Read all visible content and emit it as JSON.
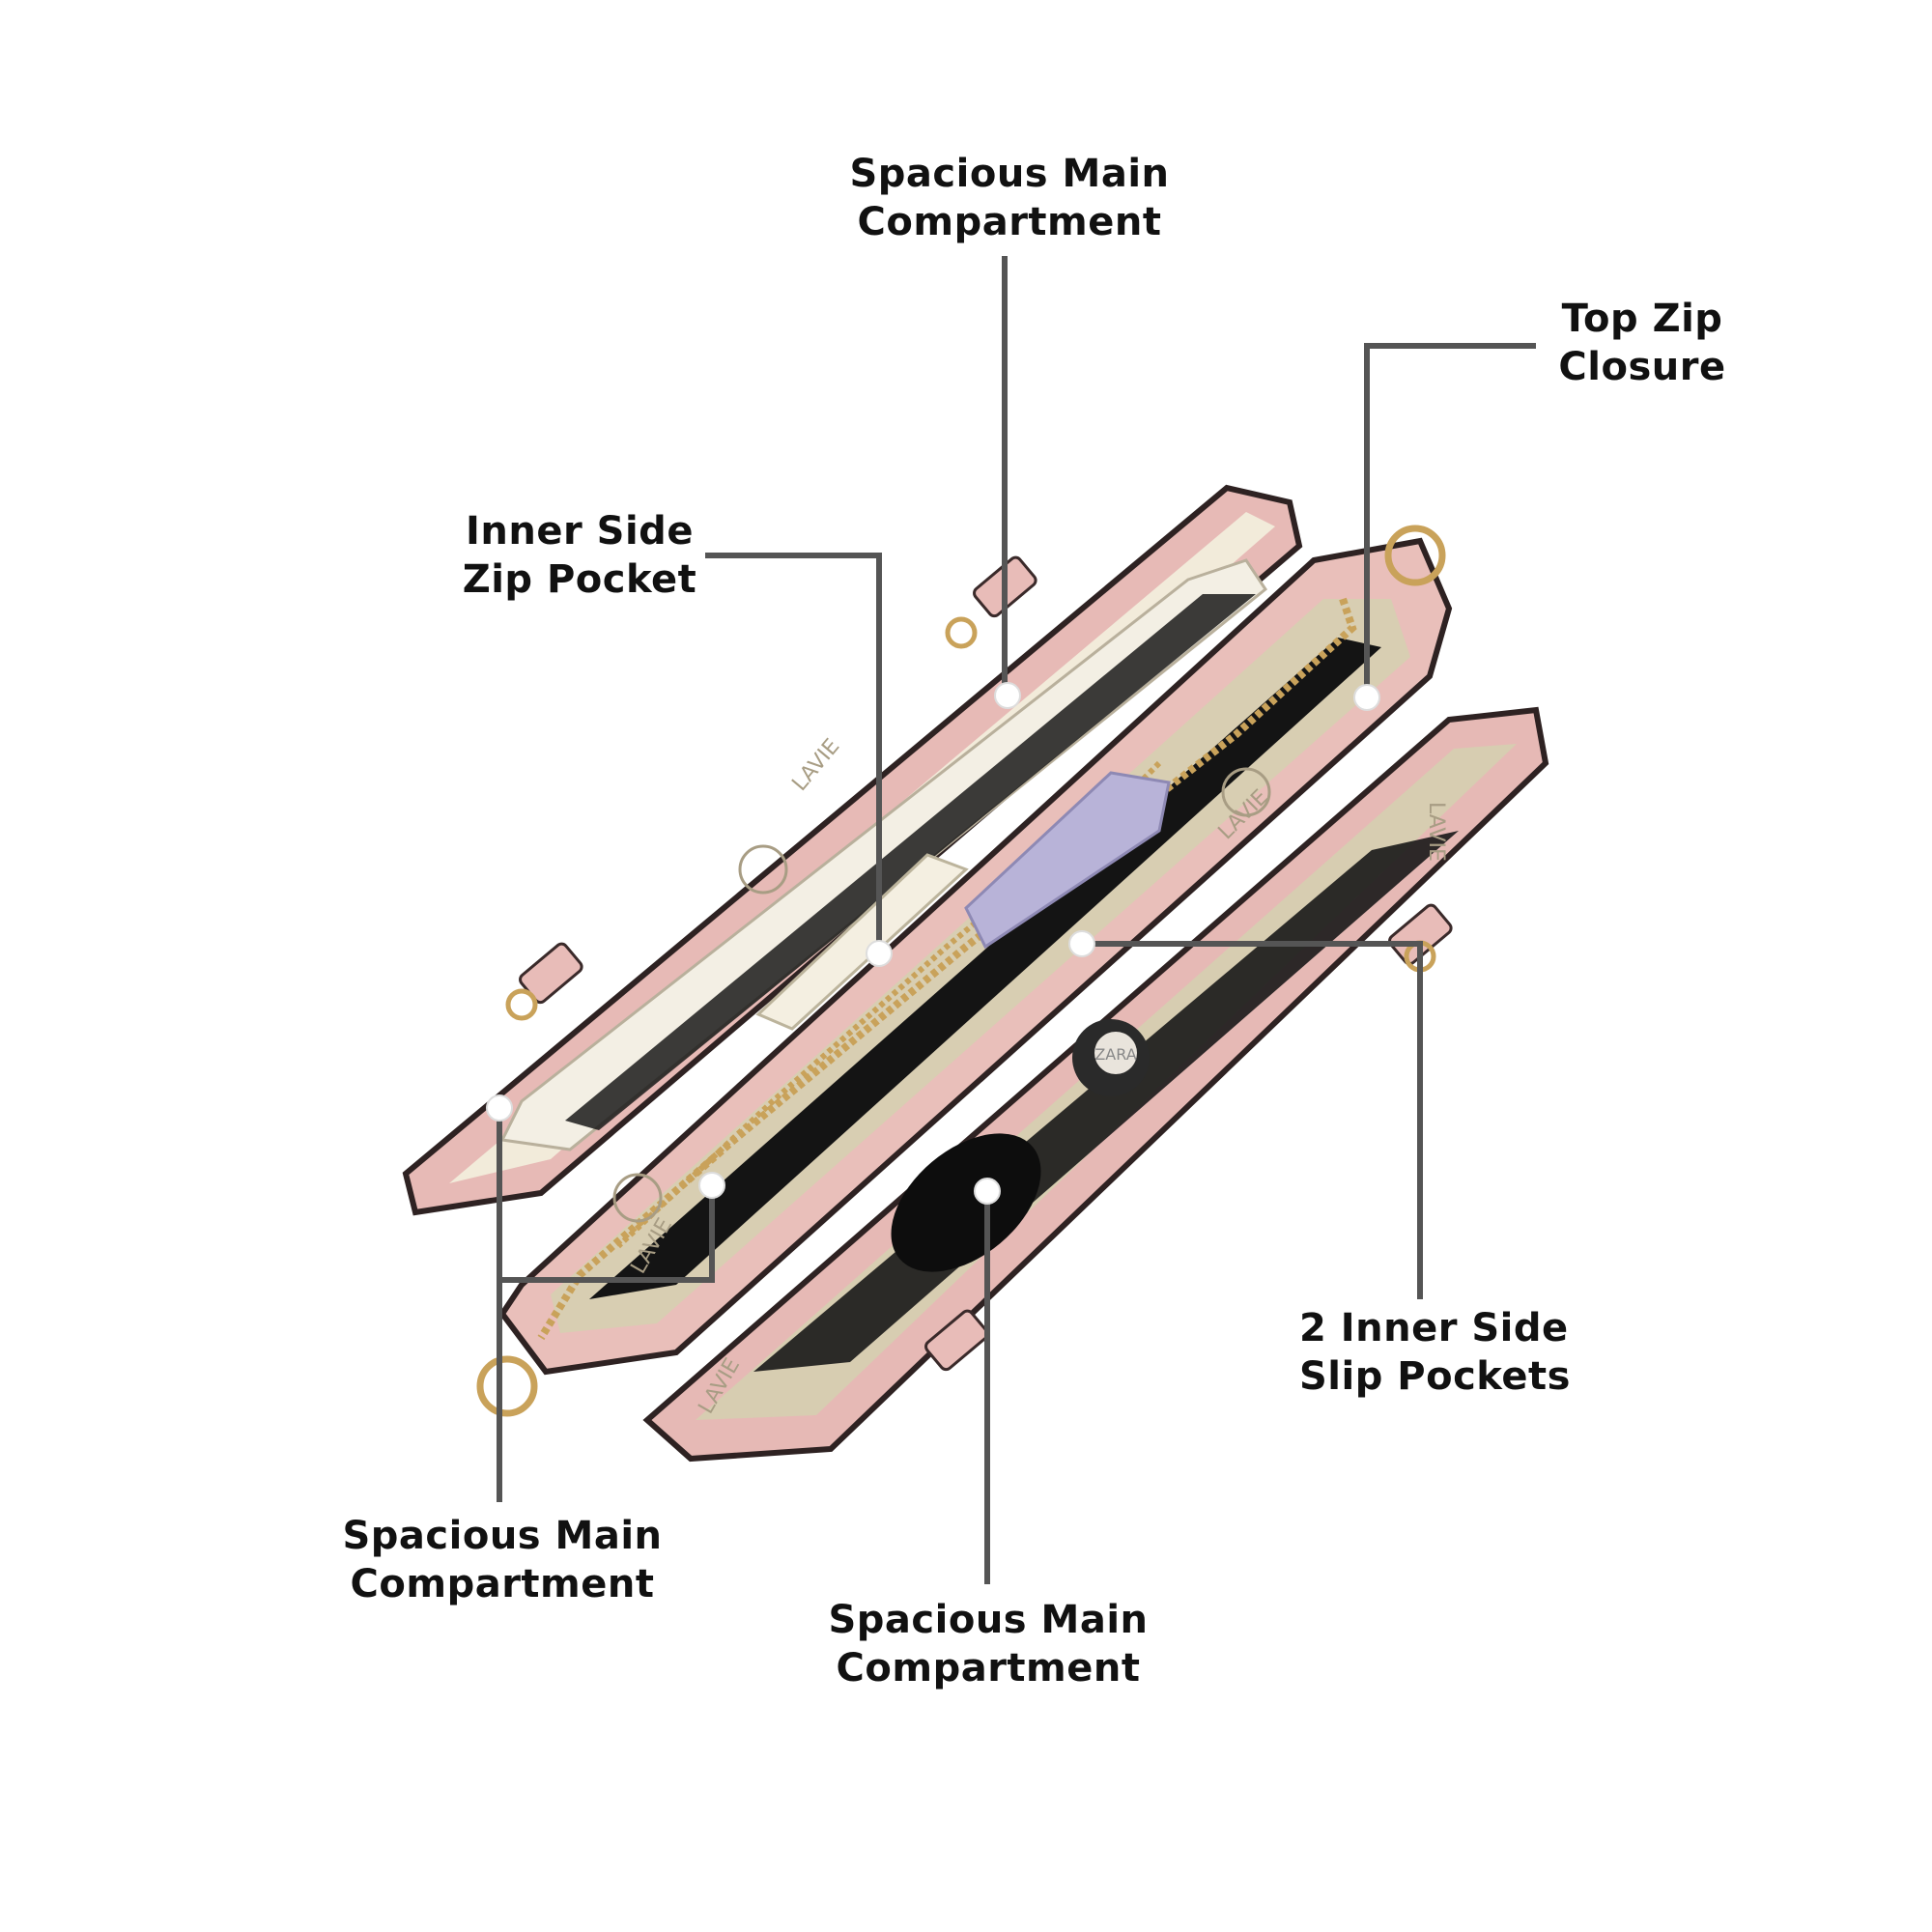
{
  "colors": {
    "background": "#ffffff",
    "leader_line": "#555555",
    "dot": "#ffffff",
    "bag_pink": "#e8bcb8",
    "bag_edge": "#3a2a2a",
    "lining": "#d9cfb6",
    "zip_gold": "#c9a25a",
    "interior_dark": "#161616"
  },
  "product": {
    "brand_lining_text": "LAVIE",
    "logo": "bag-brand-logo",
    "perfume_bottle_text": "ZARA"
  },
  "callouts": [
    {
      "id": "top-center",
      "line1": "Spacious Main",
      "line2": "Compartment"
    },
    {
      "id": "top-zip",
      "line1": "Top Zip",
      "line2": "Closure"
    },
    {
      "id": "inner-side-zip",
      "line1": "Inner Side",
      "line2": "Zip Pocket"
    },
    {
      "id": "slip-pockets",
      "line1": "2 Inner Side",
      "line2": "Slip Pockets"
    },
    {
      "id": "bottom-left",
      "line1": "Spacious Main",
      "line2": "Compartment"
    },
    {
      "id": "bottom-center",
      "line1": "Spacious Main",
      "line2": "Compartment"
    }
  ]
}
